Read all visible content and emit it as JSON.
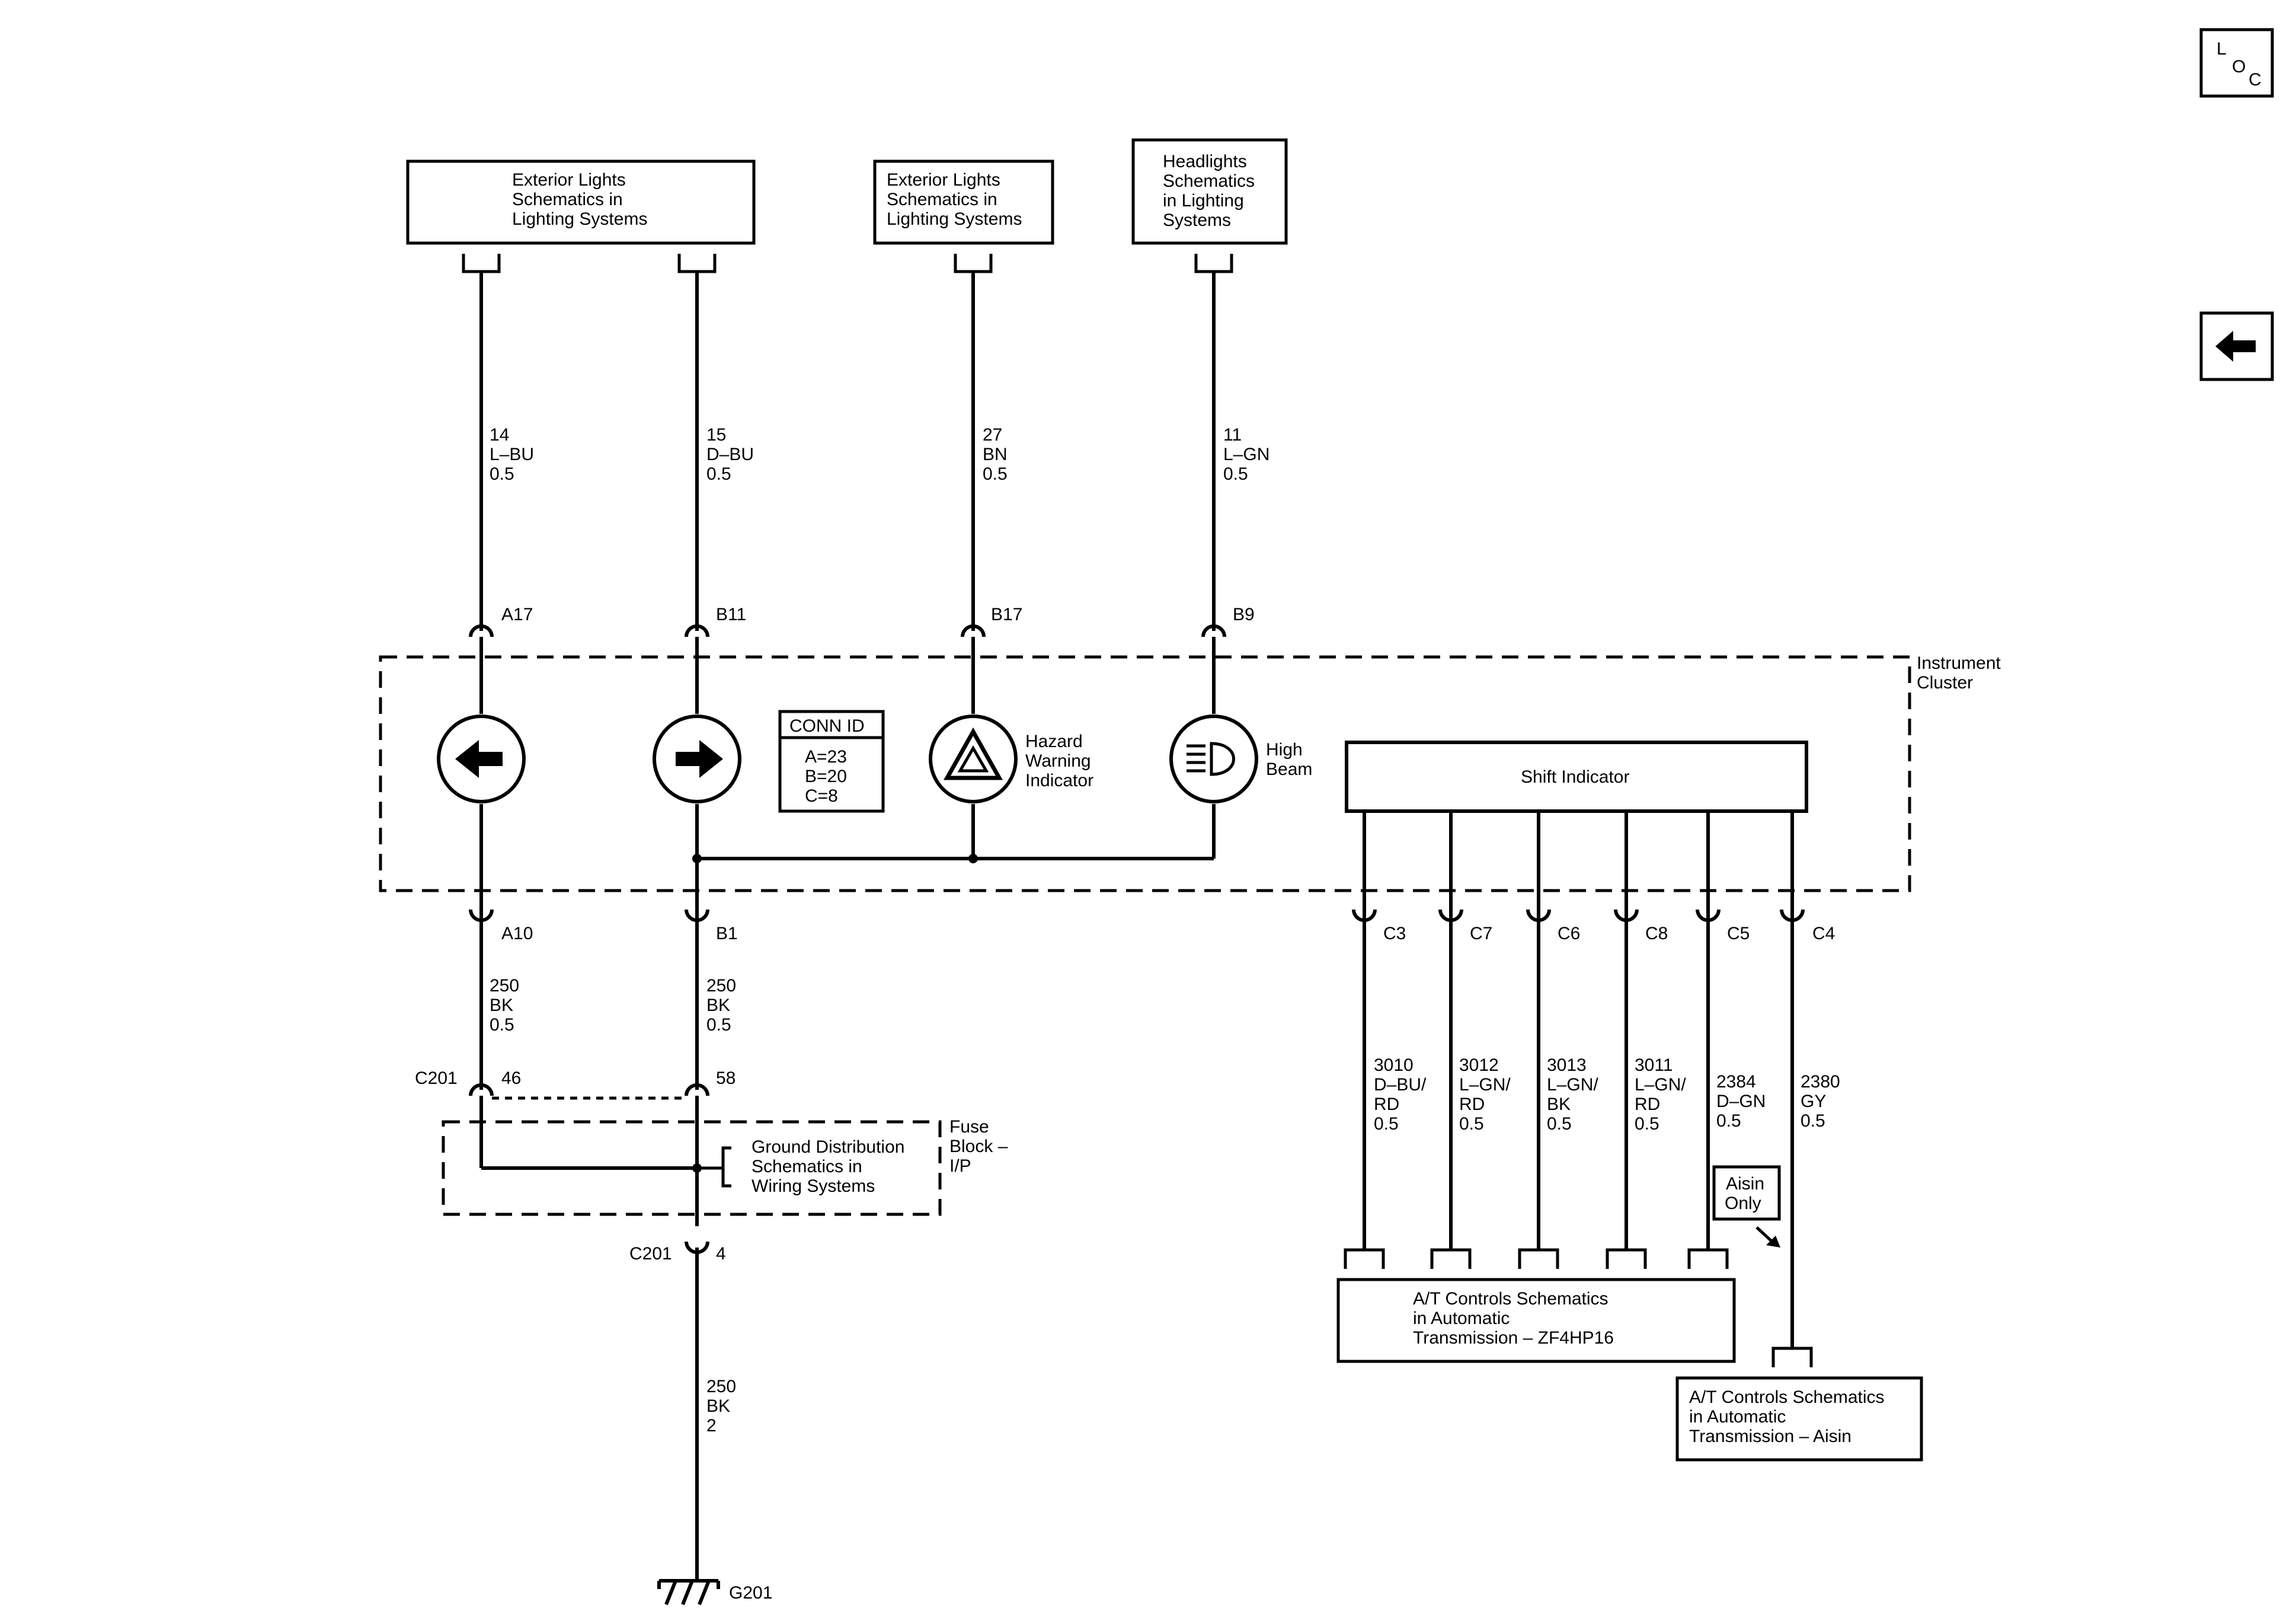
{
  "nav": {
    "loc_letters": [
      "L",
      "O",
      "C"
    ],
    "back_icon": "left-arrow-icon"
  },
  "boxes": {
    "ext_lights_1": [
      "Exterior Lights",
      "Schematics in",
      "Lighting Systems"
    ],
    "ext_lights_2": [
      "Exterior Lights",
      "Schematics in",
      "Lighting Systems"
    ],
    "headlights": [
      "Headlights",
      "Schematics",
      "in Lighting",
      "Systems"
    ],
    "conn_id": {
      "title": "CONN ID",
      "lines": [
        "A=23",
        "B=20",
        "C=8"
      ]
    },
    "shift_indicator": "Shift Indicator",
    "ground_dist": [
      "Ground Distribution",
      "Schematics in",
      "Wiring Systems"
    ],
    "at_zf": [
      "A/T Controls Schematics",
      "in Automatic",
      "Transmission – ZF4HP16"
    ],
    "at_aisin": [
      "A/T Controls Schematics",
      "in Automatic",
      "Transmission – Aisin"
    ],
    "aisin_only": [
      "Aisin",
      "Only"
    ]
  },
  "labels": {
    "instrument_cluster": [
      "Instrument",
      "Cluster"
    ],
    "hazard": [
      "Hazard",
      "Warning",
      "Indicator"
    ],
    "high_beam": [
      "High",
      "Beam"
    ],
    "fuse_block": [
      "Fuse",
      "Block –",
      "I/P"
    ],
    "ground": "G201"
  },
  "pins": {
    "a17": "A17",
    "b11": "B11",
    "b17": "B17",
    "b9": "B9",
    "a10": "A10",
    "b1": "B1",
    "c201_a": "C201",
    "p46": "46",
    "p58": "58",
    "c201_b": "C201",
    "p4": "4",
    "c3": "C3",
    "c7": "C7",
    "c6": "C6",
    "c8": "C8",
    "c5": "C5",
    "c4": "C4"
  },
  "wires": {
    "w14": [
      "14",
      "L–BU",
      "0.5"
    ],
    "w15": [
      "15",
      "D–BU",
      "0.5"
    ],
    "w27": [
      "27",
      "BN",
      "0.5"
    ],
    "w11": [
      "11",
      "L–GN",
      "0.5"
    ],
    "w250a": [
      "250",
      "BK",
      "0.5"
    ],
    "w250b": [
      "250",
      "BK",
      "0.5"
    ],
    "w250g": [
      "250",
      "BK",
      "2"
    ],
    "w3010": [
      "3010",
      "D–BU/",
      "RD",
      "0.5"
    ],
    "w3012": [
      "3012",
      "L–GN/",
      "RD",
      "0.5"
    ],
    "w3013": [
      "3013",
      "L–GN/",
      "BK",
      "0.5"
    ],
    "w3011": [
      "3011",
      "L–GN/",
      "RD",
      "0.5"
    ],
    "w2384": [
      "2384",
      "D–GN",
      "0.5"
    ],
    "w2380": [
      "2380",
      "GY",
      "0.5"
    ]
  },
  "icons": {
    "left_turn": "left-turn-arrow-icon",
    "right_turn": "right-turn-arrow-icon",
    "hazard": "hazard-triangle-icon",
    "high_beam": "high-beam-icon",
    "ground": "ground-symbol-icon"
  }
}
